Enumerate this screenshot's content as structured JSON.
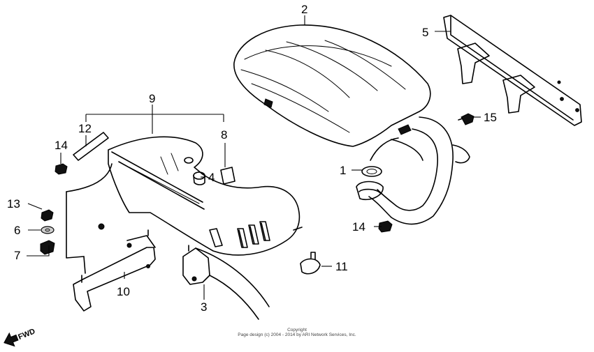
{
  "callouts": {
    "c1": "1",
    "c2": "2",
    "c3": "3",
    "c4": "4",
    "c5": "5",
    "c6": "6",
    "c7": "7",
    "c8": "8",
    "c9": "9",
    "c10": "10",
    "c11": "11",
    "c12": "12",
    "c13": "13",
    "c14a": "14",
    "c14b": "14",
    "c15": "15"
  },
  "direction_indicator": "FWD",
  "footer": {
    "line1": "Copyright",
    "line2": "Page design (c) 2004 - 2014 by ARI Network Services, Inc."
  }
}
